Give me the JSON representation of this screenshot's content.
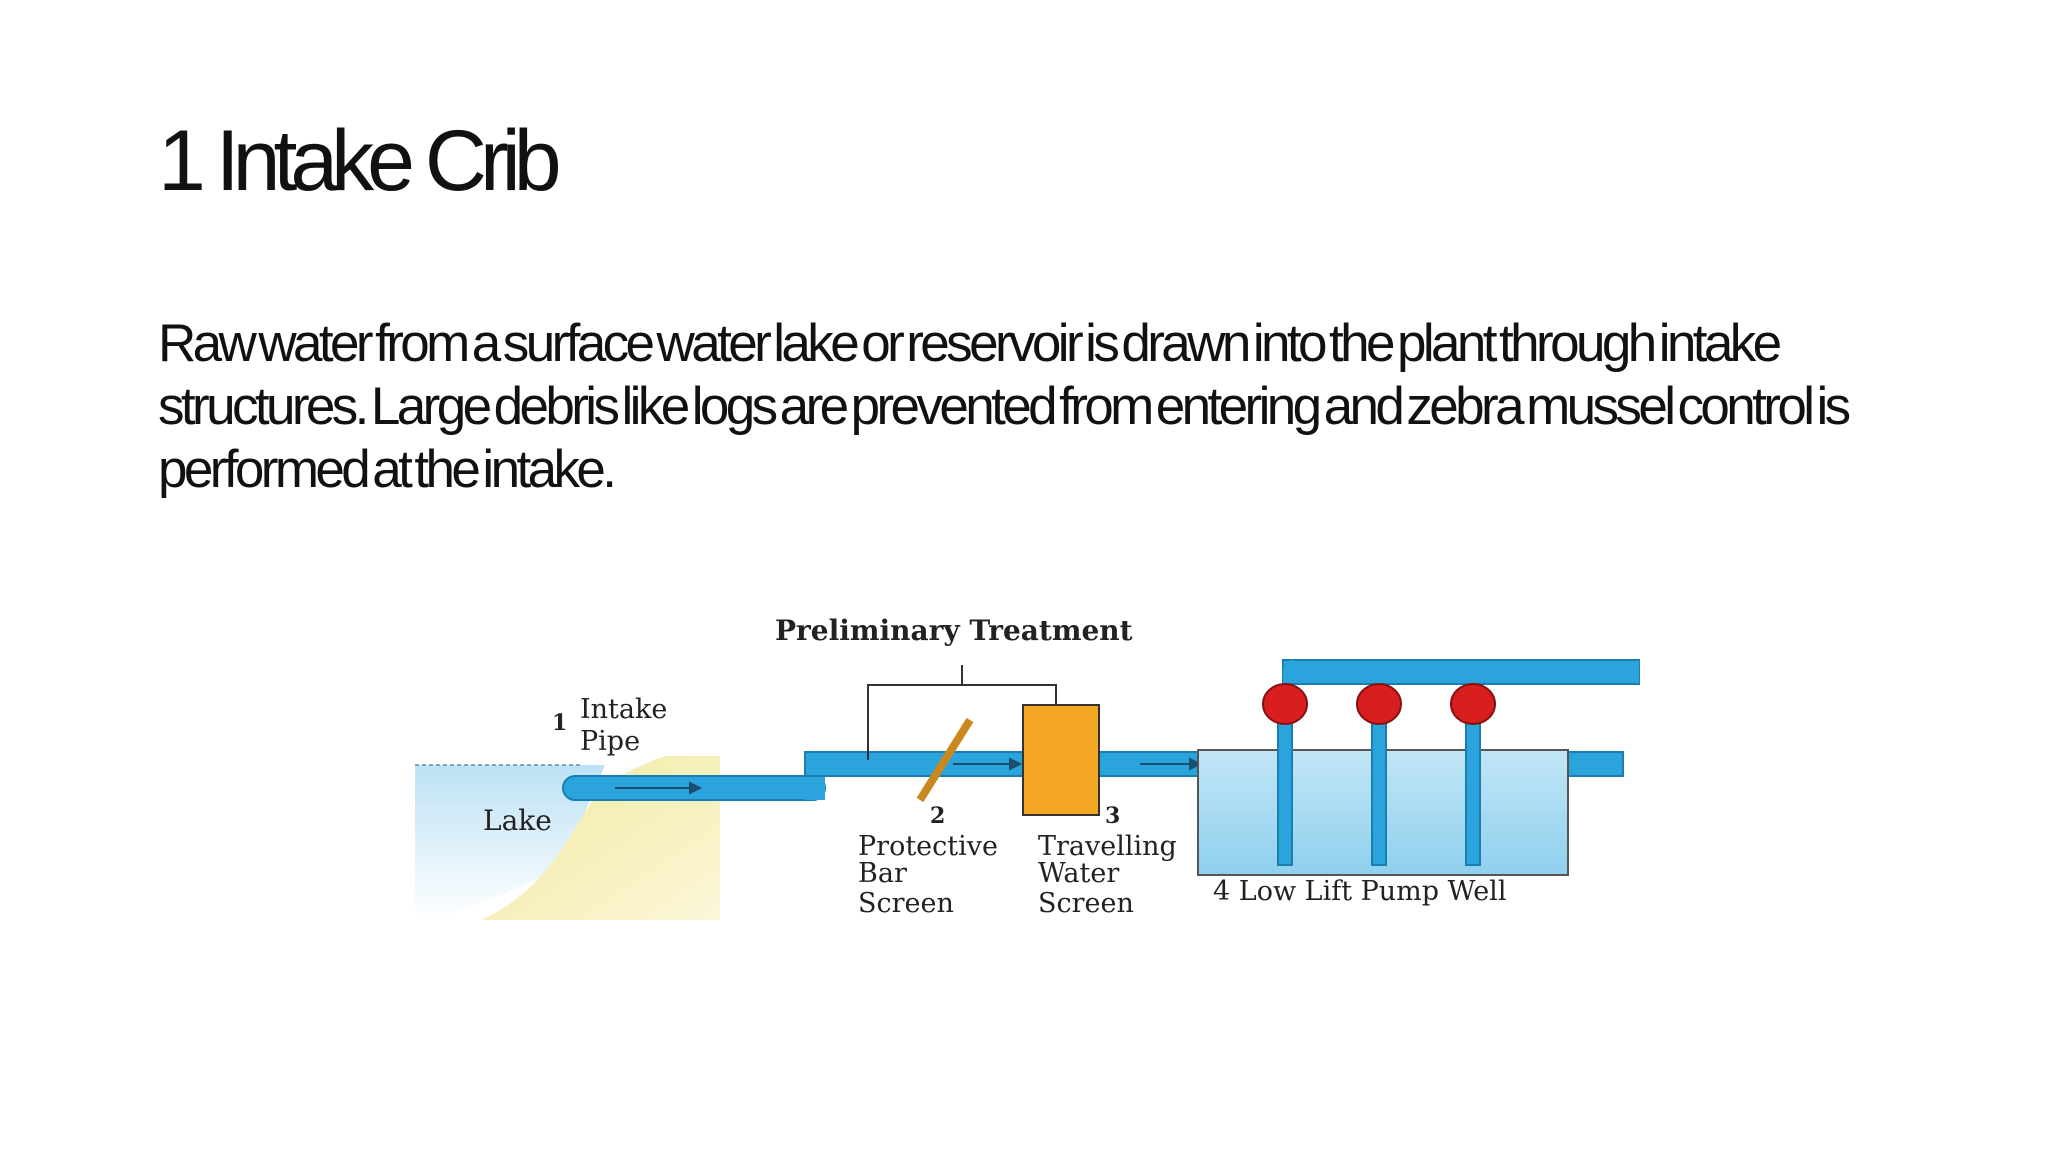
{
  "slide": {
    "title": "1 Intake Crib",
    "body": "Raw water from a surface water lake or reservoir is drawn into the  plant through intake structures. Large debris like logs are prevented  from entering and zebra mussel control is performed at the  intake."
  },
  "diagram": {
    "header": "Preliminary Treatment",
    "labels": {
      "intake_number": "1",
      "intake_line1": "Intake",
      "intake_line2": "Pipe",
      "lake": "Lake",
      "bar_screen_number": "2",
      "bar_screen_line1": "Protective",
      "bar_screen_line2": "Bar",
      "bar_screen_line3": "Screen",
      "travelling_number": "3",
      "travelling_line1": "Travelling",
      "travelling_line2": "Water",
      "travelling_line3": "Screen",
      "pump_well": "4 Low Lift Pump Well"
    },
    "colors": {
      "water": "#c8e6f5",
      "pipe": "#2ba3dc",
      "sand": "#efe6a0",
      "screen": "#f5a623",
      "pump": "#d81e1e",
      "well_water": "#a9dcf2"
    }
  }
}
